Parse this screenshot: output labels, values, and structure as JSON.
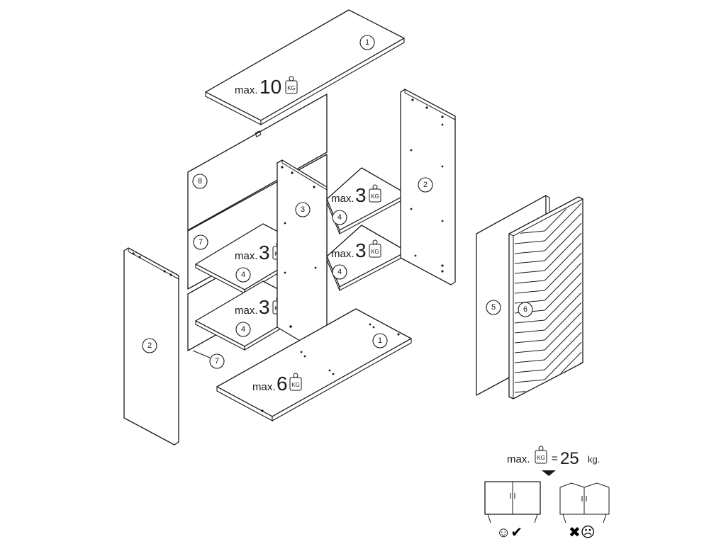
{
  "parts": {
    "top_panel": "1",
    "bottom_panel": "1",
    "left_side": "2",
    "right_side": "2",
    "center_divider": "3",
    "shelf_left_upper": "4",
    "shelf_left_lower": "4",
    "shelf_right_upper": "4",
    "shelf_right_lower": "4",
    "door_left": "5",
    "door_right": "6",
    "back_panel_middle": "7",
    "back_panel_lower": "7",
    "back_panel_top": "8"
  },
  "loads": {
    "top": {
      "prefix": "max.",
      "value": "10"
    },
    "shelf_left_1": {
      "prefix": "max.",
      "value": "3"
    },
    "shelf_left_2": {
      "prefix": "max.",
      "value": "3"
    },
    "shelf_right_1": {
      "prefix": "max.",
      "value": "3"
    },
    "shelf_right_2": {
      "prefix": "max.",
      "value": "3"
    },
    "bottom": {
      "prefix": "max.",
      "value": "6"
    }
  },
  "kg_icon_text": "KG",
  "total": {
    "prefix": "max.",
    "equals": "=",
    "value": "25",
    "unit": "kg."
  },
  "verdict": {
    "ok_symbol": "☺✔",
    "bad_symbol": "✖☹"
  },
  "colors": {
    "line": "#1a1a1a",
    "background": "#ffffff"
  }
}
